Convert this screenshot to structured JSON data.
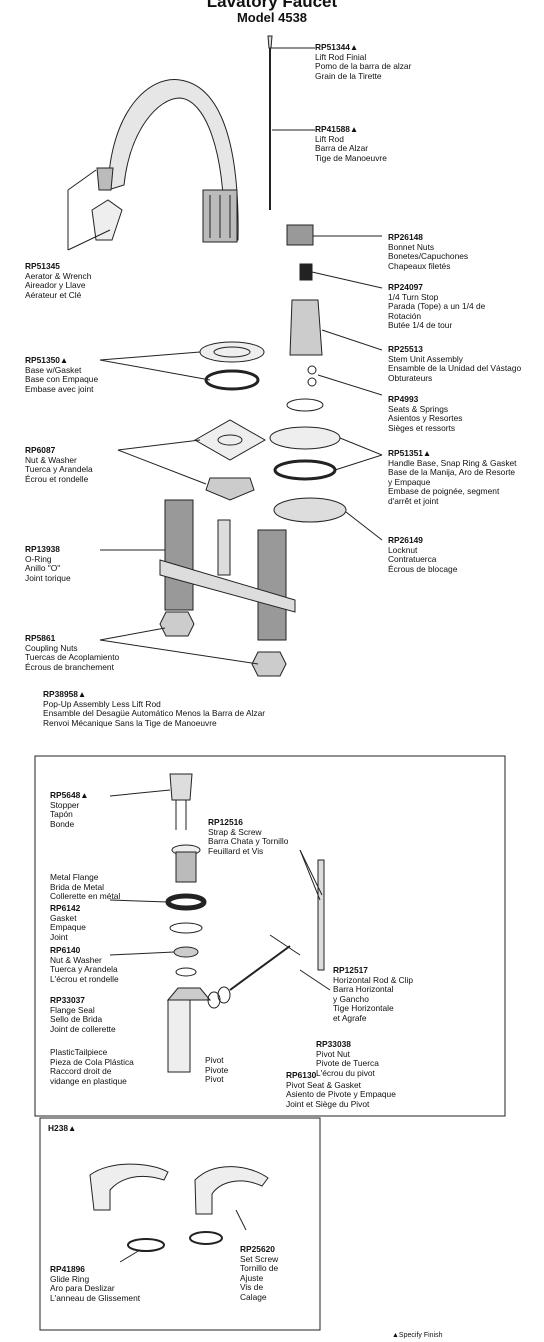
{
  "header": {
    "title": "Lavatory Faucet",
    "model": "Model 4538"
  },
  "parts": {
    "rp51344": [
      "RP51344▲",
      "Lift Rod Finial",
      "Pomo de la barra de alzar",
      "Grain de la Tirette"
    ],
    "rp41588": [
      "RP41588▲",
      "Lift Rod",
      "Barra de Alzar",
      "Tige de Manoeuvre"
    ],
    "rp51345": [
      "RP51345",
      "Aerator & Wrench",
      "Aireador y Llave",
      "Aérateur et Clé"
    ],
    "rp26148": [
      "RP26148",
      "Bonnet Nuts",
      "Bonetes/Capuchones",
      "Chapeaux filetés"
    ],
    "rp24097": [
      "RP24097",
      "1/4 Turn Stop",
      "Parada (Tope) a un 1/4 de",
      "Rotación",
      "Butée 1/4 de tour"
    ],
    "rp25513": [
      "RP25513",
      "Stem Unit Assembly",
      "Ensamble de la Unidad del Vástago",
      "Obturateurs"
    ],
    "rp51350": [
      "RP51350▲",
      "Base w/Gasket",
      "Base con Empaque",
      "Embase avec joint"
    ],
    "rp4993": [
      "RP4993",
      "Seats & Springs",
      "Asientos y Resortes",
      "Sièges et ressorts"
    ],
    "rp6087": [
      "RP6087",
      "Nut & Washer",
      "Tuerca y Arandela",
      "Écrou et rondelle"
    ],
    "rp51351": [
      "RP51351▲",
      "Handle Base, Snap Ring & Gasket",
      "Base de la Manija, Aro de Resorte",
      "y Empaque",
      "Embase de poignée, segment",
      "d'arrêt et joint"
    ],
    "rp26149": [
      "RP26149",
      "Locknut",
      "Contratuerca",
      "Écrous de blocage"
    ],
    "rp13938": [
      "RP13938",
      "O-Ring",
      "Anillo \"O\"",
      "Joint torique"
    ],
    "rp5861": [
      "RP5861",
      "Coupling Nuts",
      "Tuercas de Acoplamiento",
      "Écrous de branchement"
    ],
    "rp38958": [
      "RP38958▲",
      "Pop-Up Assembly Less Lift Rod",
      "Ensamble del Desagüe Automático Menos la Barra de Alzar",
      "Renvoi Mécanique Sans la Tige de Manoeuvre"
    ]
  },
  "popup": {
    "rp5648": [
      "RP5648▲",
      "Stopper",
      "Tapón",
      "Bonde"
    ],
    "rp12516": [
      "RP12516",
      "Strap & Screw",
      "Barra Chata y Tornillo",
      "Feuillard et Vis"
    ],
    "flange": [
      "Metal Flange",
      "Brida de Metal",
      "Collerette en métal"
    ],
    "rp6142": [
      "RP6142",
      "Gasket",
      "Empaque",
      "Joint"
    ],
    "rp6140": [
      "RP6140",
      "Nut & Washer",
      "Tuerca y Arandela",
      "L'écrou et rondelle"
    ],
    "rp12517": [
      "RP12517",
      "Horizontal Rod & Clip",
      "Barra Horizontal",
      "y Gancho",
      "Tige Horizontale",
      "et Agrafe"
    ],
    "rp33037": [
      "RP33037",
      "Flange Seal",
      "Sello de Brida",
      "Joint de collerette"
    ],
    "rp33038": [
      "RP33038",
      "Pivot Nut",
      "Pivote de Tuerca",
      "L'écrou du pivot"
    ],
    "tailpiece": [
      "PlasticTailpiece",
      "Pieza de Cola Plástica",
      "Raccord droit de",
      "vidange en plastique"
    ],
    "pivot": [
      "Pivot",
      "Pivote",
      "Pivot"
    ],
    "rp6130": [
      "RP6130",
      "Pivot Seat & Gasket",
      "Asiento de Pivote y Empaque",
      "Joint et Siège du Pivot"
    ]
  },
  "handles": {
    "title": "H238▲",
    "rp25620": [
      "RP25620",
      "Set Screw",
      "Tornillo de",
      "Ajuste",
      "Vis de",
      "Calage"
    ],
    "rp41896": [
      "RP41896",
      "Glide Ring",
      "Aro para Deslizar",
      "L'anneau de Glissement"
    ]
  },
  "footnote": "▲Specify Finish"
}
